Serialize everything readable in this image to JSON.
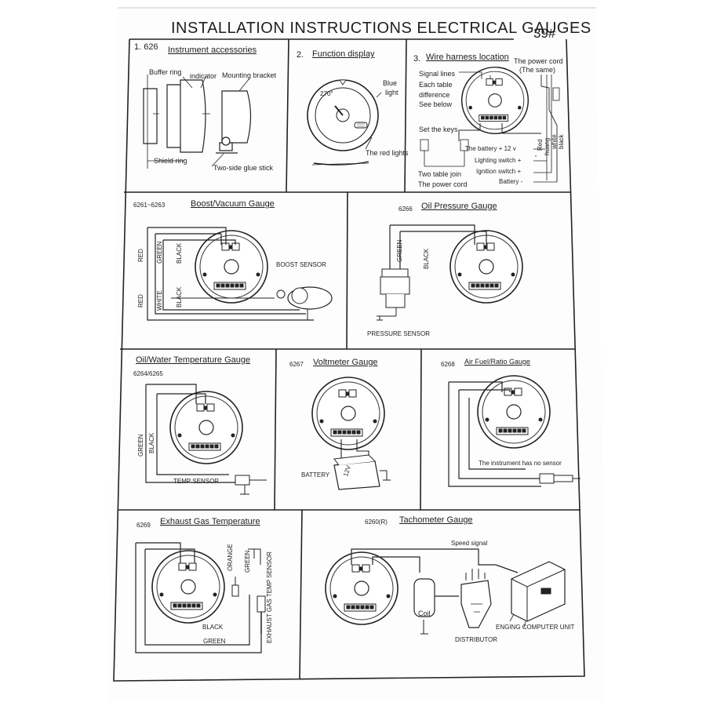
{
  "header": {
    "title": "INSTALLATION INSTRUCTIONS ELECTRICAL GAUGES",
    "code": "39#"
  },
  "sections": {
    "accessories": {
      "model": "1. 626",
      "title": "Instrument accessories",
      "labels": {
        "buffer_ring": "Buffer ring",
        "indicator": "indicator",
        "mounting_bracket": "Mounting bracket",
        "shield_ring": "Shield ring",
        "glue_stick": "Two-side glue stick"
      }
    },
    "function_display": {
      "number": "2.",
      "title": "Function display",
      "labels": {
        "dial_value": "270°",
        "blue_light_1": "Blue",
        "blue_light_2": "light",
        "red_lights": "The red lights"
      }
    },
    "wire_harness": {
      "number": "3.",
      "title": "Wire harness location",
      "labels": {
        "power_cord_1": "The power cord",
        "power_cord_2": "(The same)",
        "signal_1": "Signal lines",
        "signal_2": "Each table",
        "signal_3": "difference",
        "signal_4": "See below",
        "set_keys": "Set the keys",
        "battery12": "The battery + 12 v",
        "lighting": "Lighting switch +",
        "ignition": "Ignition switch +",
        "battery_neg": "Battery -",
        "join_1": "Two table join",
        "join_2": "The power cord",
        "wire_red": "Red",
        "wire_huang": "huang",
        "wire_white": "white",
        "wire_black": "black"
      }
    },
    "boost": {
      "model": "6261~6263",
      "title": "Boost/Vacuum Gauge",
      "labels": {
        "red_top": "RED",
        "green": "GREEN",
        "black_top": "BLACK",
        "red_bottom": "RED",
        "white": "WHITE",
        "black_bottom": "BLACK",
        "sensor": "BOOST SENSOR"
      }
    },
    "oil_pressure": {
      "model": "6266",
      "title": "Oil Pressure Gauge",
      "labels": {
        "green": "GREEN",
        "black": "BLACK",
        "sensor": "PRESSURE SENSOR"
      }
    },
    "oil_water_temp": {
      "model": "6264/6265",
      "title": "Oil/Water Temperature Gauge",
      "labels": {
        "green": "GREEN",
        "black": "BLACK",
        "sensor": "TEMP SENSOR"
      }
    },
    "voltmeter": {
      "model": "6267",
      "title": "Voltmeter Gauge",
      "labels": {
        "battery": "BATTERY",
        "voltage": "12V"
      }
    },
    "air_fuel": {
      "model": "6268",
      "title": "Air Fuel/Ratio Gauge",
      "labels": {
        "note": "The instrument has no sensor"
      }
    },
    "exhaust": {
      "model": "6269",
      "title": "Exhaust Gas Temperature",
      "labels": {
        "orange": "ORANGE",
        "green_v": "GREEN",
        "sensor": "EXHAUST GAS TEMP SENSOR",
        "black": "BLACK",
        "green": "GREEN"
      }
    },
    "tachometer": {
      "model": "6260(R)",
      "title": "Tachometer Gauge",
      "labels": {
        "speed_signal": "Speed signal",
        "coil": "Coil",
        "distributor": "DISTRIBUTOR",
        "ecu": "ENGING COMPUTER UNIT"
      }
    }
  }
}
